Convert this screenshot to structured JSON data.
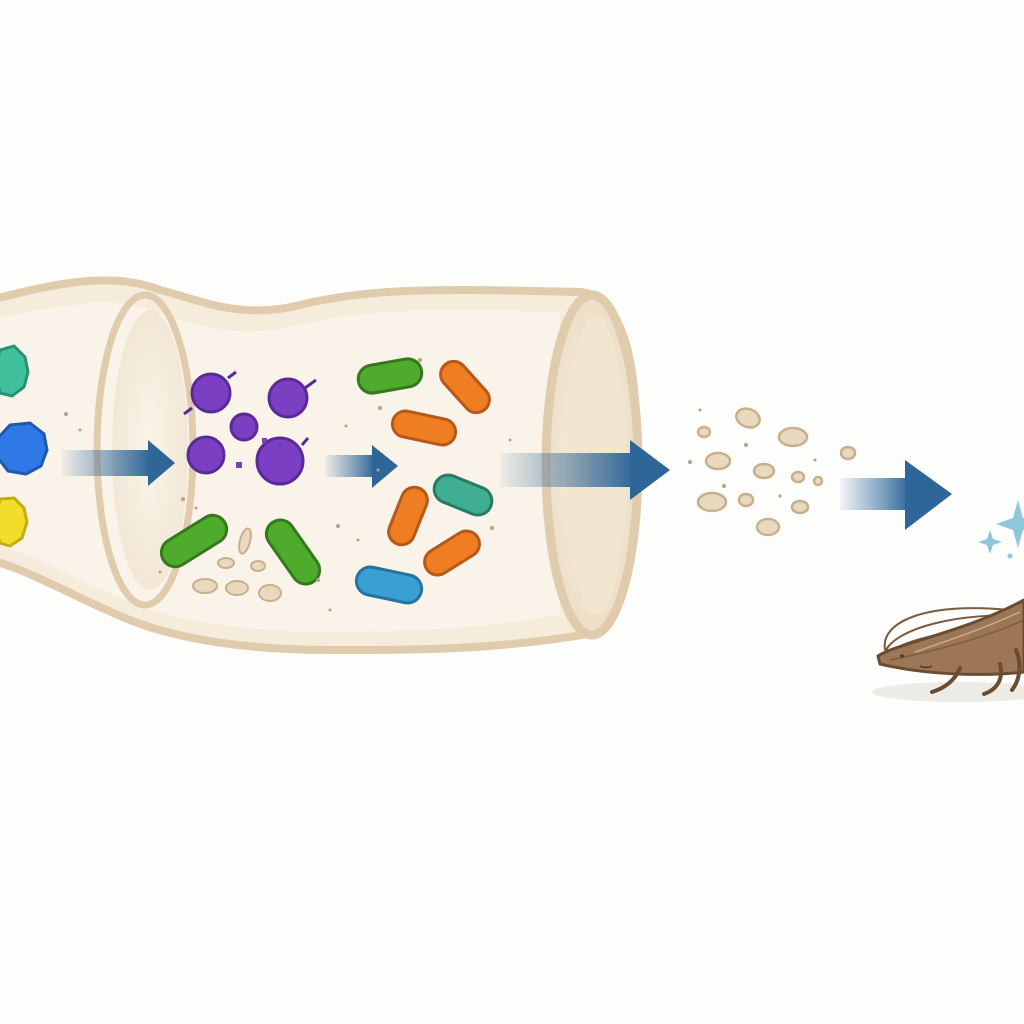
{
  "diagram": {
    "labels": [],
    "palette": {
      "tube_fill": "#f6ecdb",
      "tube_outline": "#e0ccad",
      "tube_shadow": "#ead9bf",
      "arrow": "#2f6698",
      "particle": "#e8d9bf",
      "particle_outline": "#c9b08c",
      "insect": "#9c7656",
      "sparkle": "#8fc6d9"
    },
    "stages": [
      {
        "name": "input-molecules",
        "items": [
          "teal-octagon",
          "blue-octagon",
          "yellow-octagon"
        ]
      },
      {
        "name": "purple-cocci",
        "items": [
          "purple-coccus",
          "purple-coccus",
          "purple-coccus",
          "purple-coccus",
          "purple-coccus"
        ]
      },
      {
        "name": "rod-bacteria",
        "items": [
          "green-bacillus",
          "orange-bacillus",
          "teal-bacillus",
          "blue-bacillus"
        ]
      },
      {
        "name": "residue-particles",
        "items": [
          "particle"
        ]
      },
      {
        "name": "insect",
        "items": [
          "insect-icon",
          "sparkle-icon"
        ]
      }
    ],
    "colors": {
      "teal": "#3fbf9a",
      "blue": "#2f79e6",
      "yellow": "#f4dc2b",
      "purple": "#7b3fc3",
      "green": "#4eab2c",
      "orange": "#ef7d22",
      "teal_rod": "#3fae92",
      "blue_rod": "#3a9fd2"
    }
  }
}
